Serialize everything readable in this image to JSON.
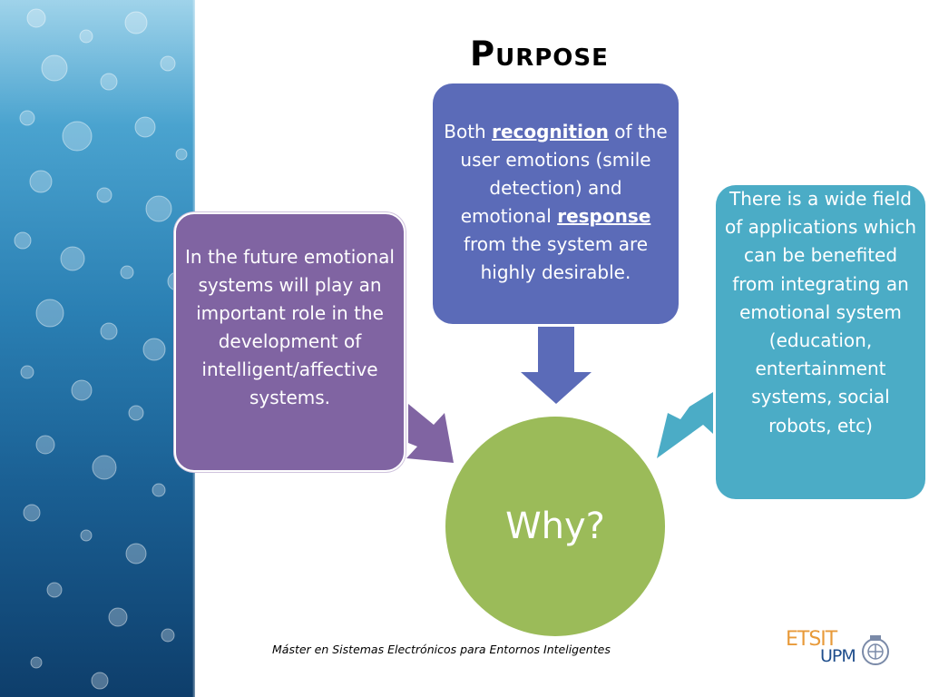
{
  "slide": {
    "title": "Purpose",
    "footer": "Máster en Sistemas Electrónicos para Entornos Inteligentes"
  },
  "boxes": {
    "left": {
      "text": "In the future emotional systems will play an important role in the development of intelligent/affective systems."
    },
    "top": {
      "t1": "Both ",
      "em1": "recognition",
      "t2": " of the user emotions (smile detection) and emotional ",
      "em2": "response",
      "t3": " from the system are highly desirable."
    },
    "right": {
      "text": "There is a wide field of applications which can be benefited from integrating an emotional system (education, entertainment systems, social robots, etc)"
    }
  },
  "center": {
    "label": "Why?"
  },
  "logo": {
    "etsit": "ETSIT",
    "upm": "UPM"
  },
  "colors": {
    "left_box": "#8064a2",
    "top_box": "#5b6bb8",
    "right_box": "#4bacc6",
    "center_circle": "#9bbb59"
  }
}
